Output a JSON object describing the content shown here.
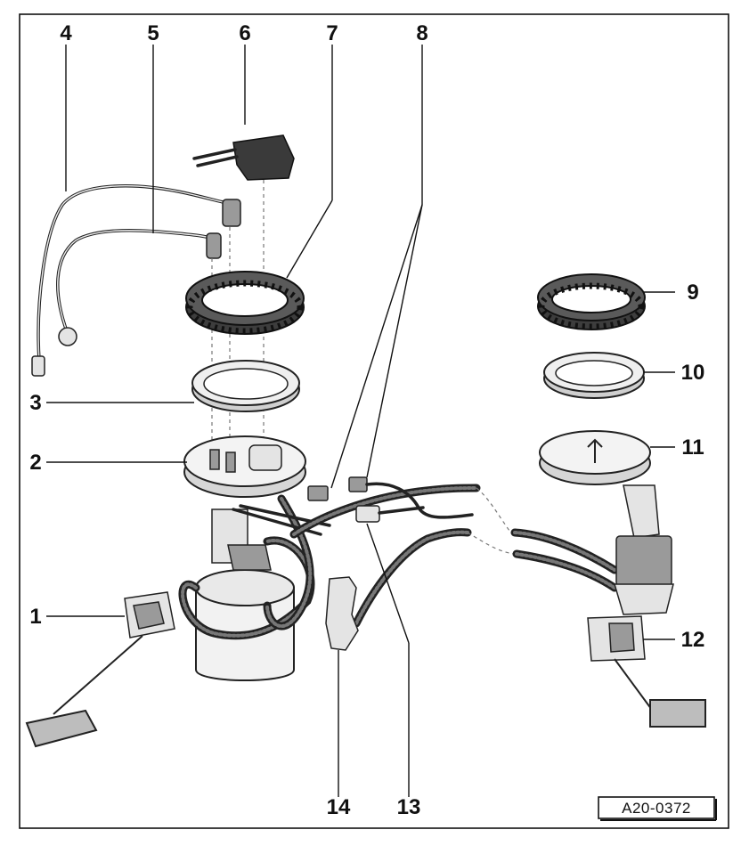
{
  "figure": {
    "reference_code": "A20-0372",
    "callouts": [
      "1",
      "2",
      "3",
      "4",
      "5",
      "6",
      "7",
      "8",
      "9",
      "10",
      "11",
      "12",
      "13",
      "14"
    ]
  },
  "parts": [
    {
      "number": "1",
      "icon": "fuel-level-sender-icon"
    },
    {
      "number": "2",
      "icon": "flange-icon"
    },
    {
      "number": "3",
      "icon": "seal-icon"
    },
    {
      "number": "4",
      "icon": "supply-line-icon"
    },
    {
      "number": "5",
      "icon": "return-line-icon"
    },
    {
      "number": "6",
      "icon": "connector-icon"
    },
    {
      "number": "7",
      "icon": "locking-ring-icon"
    },
    {
      "number": "8",
      "icon": "wiring-connector-icon"
    },
    {
      "number": "9",
      "icon": "locking-ring-icon"
    },
    {
      "number": "10",
      "icon": "seal-icon"
    },
    {
      "number": "11",
      "icon": "flange-icon"
    },
    {
      "number": "12",
      "icon": "fuel-level-sender-icon"
    },
    {
      "number": "13",
      "icon": "hose-icon"
    },
    {
      "number": "14",
      "icon": "bracket-icon"
    }
  ]
}
